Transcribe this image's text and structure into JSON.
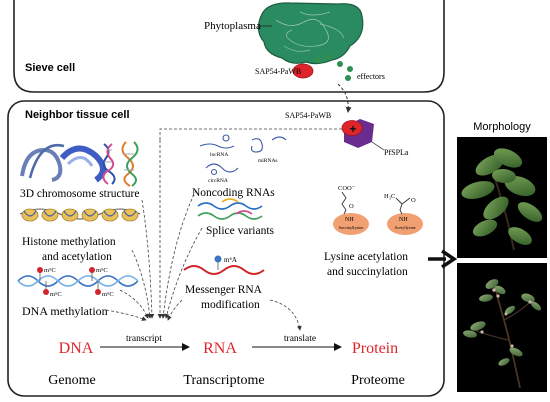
{
  "sieve": {
    "title": "Sieve cell",
    "phytoplasma_label": "Phytoplasma",
    "sap_label": "SAP54-PaWB",
    "effectors_label": "effectors"
  },
  "neighbor": {
    "title": "Neighbor tissue cell",
    "sap_label": "SAP54-PaWB",
    "pfspla_label": "PfSPLa"
  },
  "epigenetics": {
    "chromosome_label": "3D chromosome structure",
    "histone_label_1": "Histone methylation",
    "histone_label_2": "and acetylation",
    "dna_methyl_label": "DNA methylation",
    "methyl_tags": [
      "m⁵C",
      "m⁵C",
      "m⁵C",
      "m⁵C"
    ]
  },
  "rna": {
    "ncrna_tags": [
      "lncRNA",
      "miRNAs",
      "circRNA"
    ],
    "noncoding_label": "Noncoding RNAs",
    "splice_label": "Splice variants",
    "m6a_tag": "m⁶A",
    "mrna_label_1": "Messenger RNA",
    "mrna_label_2": "modification"
  },
  "protein_mods": {
    "coo_label": "COO⁻",
    "ch3_label": "H₃C",
    "succinyl_label": "Succinyllysine",
    "acetyl_label": "Acetyllysine",
    "nh_label": "NH",
    "o_label": "O",
    "lysine_label_1": "Lysine acetylation",
    "lysine_label_2": "and succinylation"
  },
  "flow": {
    "dna": "DNA",
    "rna": "RNA",
    "protein": "Protein",
    "transcript": "transcript",
    "translate": "translate",
    "genome": "Genome",
    "transcriptome": "Transcriptome",
    "proteome": "Proteome"
  },
  "morphology": {
    "title": "Morphology"
  },
  "colors": {
    "phytoplasma": "#1f7a55",
    "red": "#e0242b",
    "purple": "#6a2d8f",
    "salmon": "#f0a071",
    "flow_red": "#e0242b"
  }
}
